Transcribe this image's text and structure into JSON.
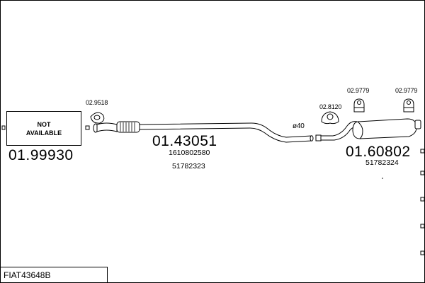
{
  "diagram": {
    "code": "FIAT43648B",
    "not_available_line1": "NOT",
    "not_available_line2": "AVAILABLE",
    "parts": {
      "front_pipe_ref": "01.99930",
      "middle_pipe_ref": "01.43051",
      "middle_pipe_oem1": "1610802580",
      "middle_pipe_oem2": "51782323",
      "rear_box_ref": "01.60802",
      "rear_box_oem": "51782324",
      "diameter_label": "ø40"
    },
    "fittings": {
      "gasket_ref": "02.9518",
      "clamp_ref": "02.8120",
      "hanger_ref_1": "02.9779",
      "hanger_ref_2": "02.9779"
    }
  }
}
